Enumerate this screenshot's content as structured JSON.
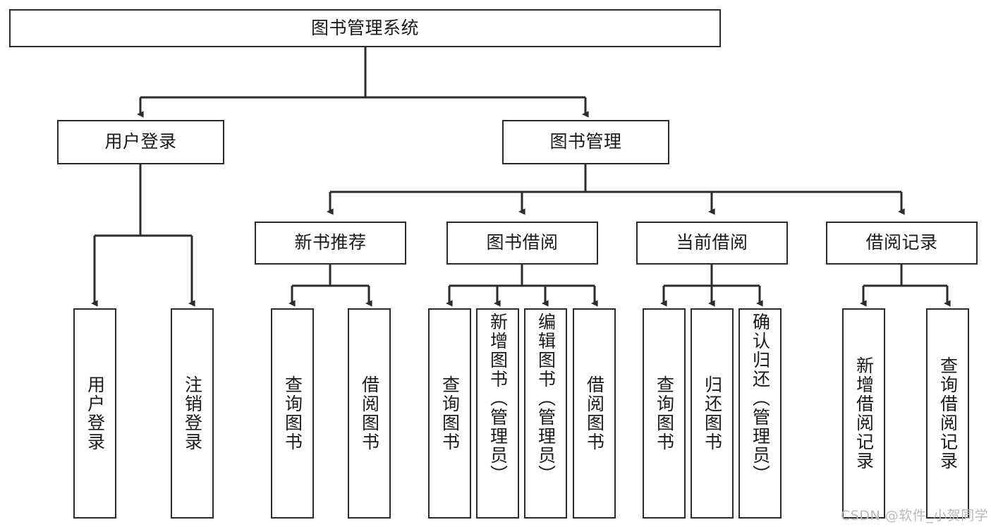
{
  "diagram": {
    "type": "tree",
    "title": "图书管理系统",
    "orientation": "top-down",
    "root": {
      "id": "root",
      "label": "图书管理系统"
    },
    "level2": [
      {
        "id": "user-login",
        "label": "用户登录"
      },
      {
        "id": "book-manage",
        "label": "图书管理"
      }
    ],
    "level3": [
      {
        "id": "new-book-rec",
        "label": "新书推荐",
        "parent": "book-manage"
      },
      {
        "id": "book-borrow",
        "label": "图书借阅",
        "parent": "book-manage"
      },
      {
        "id": "current-borrow",
        "label": "当前借阅",
        "parent": "book-manage"
      },
      {
        "id": "borrow-record",
        "label": "借阅记录",
        "parent": "book-manage"
      }
    ],
    "leaves": [
      {
        "id": "leaf-user-login",
        "label": "用户登录",
        "parent": "user-login"
      },
      {
        "id": "leaf-logout",
        "label": "注销登录",
        "parent": "user-login"
      },
      {
        "id": "leaf-query-book-1",
        "label": "查询图书",
        "parent": "new-book-rec"
      },
      {
        "id": "leaf-borrow-book-1",
        "label": "借阅图书",
        "parent": "new-book-rec"
      },
      {
        "id": "leaf-query-book-2",
        "label": "查询图书",
        "parent": "book-borrow"
      },
      {
        "id": "leaf-add-book",
        "label": "新增图书（管理员）",
        "parent": "book-borrow"
      },
      {
        "id": "leaf-edit-book",
        "label": "编辑图书（管理员）",
        "parent": "book-borrow"
      },
      {
        "id": "leaf-borrow-book-2",
        "label": "借阅图书",
        "parent": "book-borrow"
      },
      {
        "id": "leaf-query-book-3",
        "label": "查询图书",
        "parent": "current-borrow"
      },
      {
        "id": "leaf-return-book",
        "label": "归还图书",
        "parent": "current-borrow"
      },
      {
        "id": "leaf-confirm-return",
        "label": "确认归还（管理员）",
        "parent": "current-borrow"
      },
      {
        "id": "leaf-add-record",
        "label": "新增借阅记录",
        "parent": "borrow-record"
      },
      {
        "id": "leaf-query-record",
        "label": "查询借阅记录",
        "parent": "borrow-record"
      }
    ],
    "colors": {
      "stroke": "#2b2b2b",
      "background": "#ffffff",
      "text": "#1a1a1a",
      "watermark": "#b9b9b9"
    }
  },
  "watermark": {
    "text": "CSDN @软件_小贺同学"
  }
}
